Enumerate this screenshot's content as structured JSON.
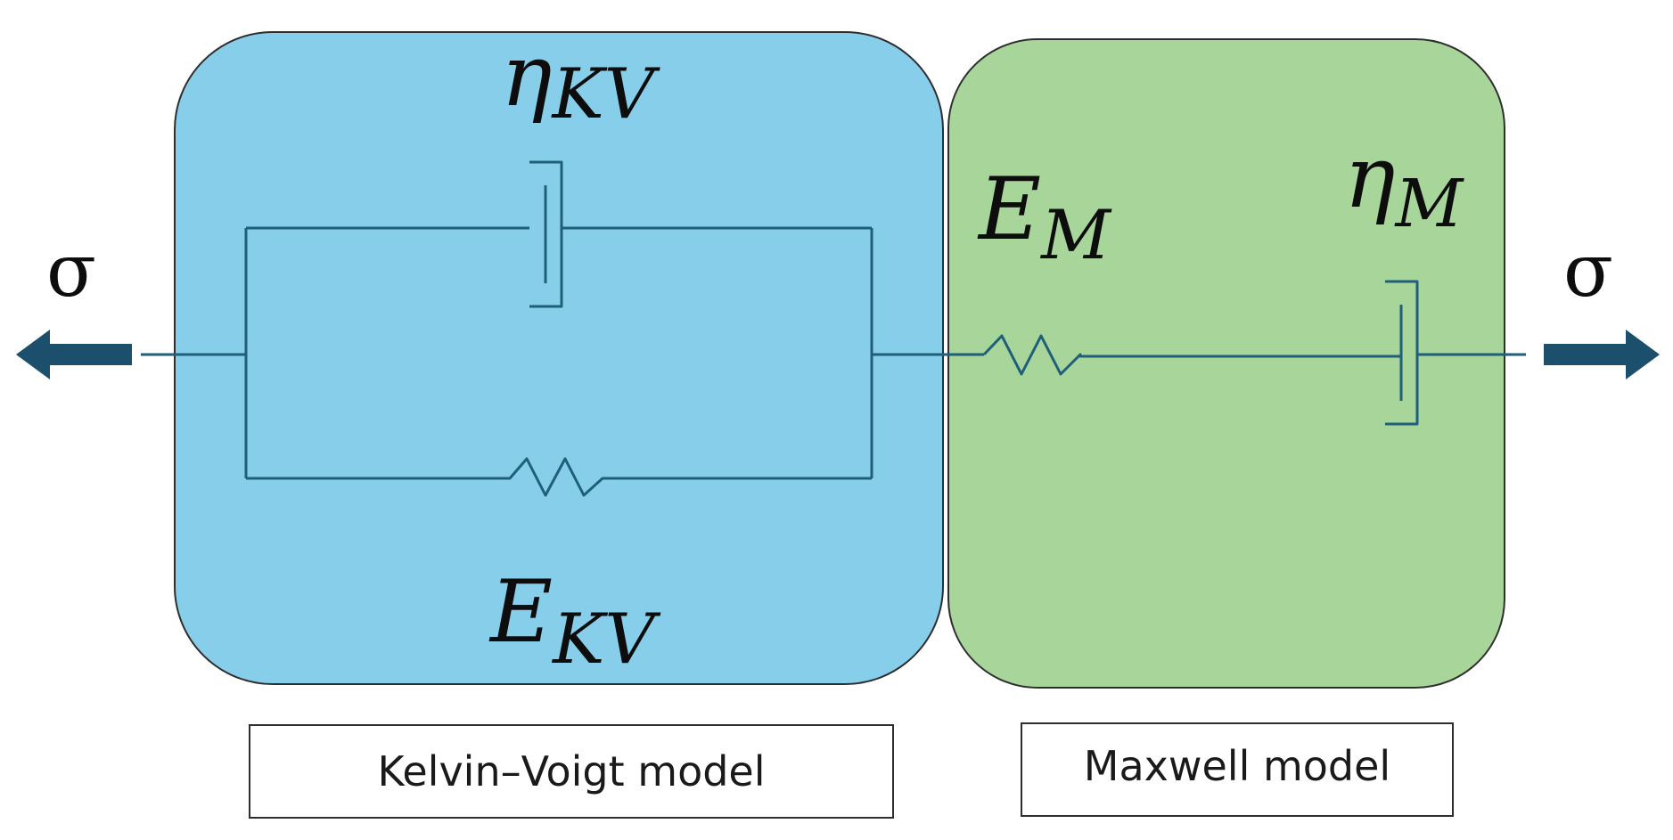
{
  "kelvin_voigt": {
    "eta_main": "η",
    "eta_sub": "KV",
    "e_main": "E",
    "e_sub": "KV",
    "caption": "Kelvin–Voigt model",
    "fill": "#87CEEB"
  },
  "maxwell": {
    "e_main": "E",
    "e_sub": "M",
    "eta_main": "η",
    "eta_sub": "M",
    "caption": "Maxwell model",
    "fill": "#A8D59A"
  },
  "stress": {
    "left": "σ",
    "right": "σ",
    "arrow_color": "#1b4f6b"
  },
  "colors": {
    "wire": "#1f5f7a"
  }
}
